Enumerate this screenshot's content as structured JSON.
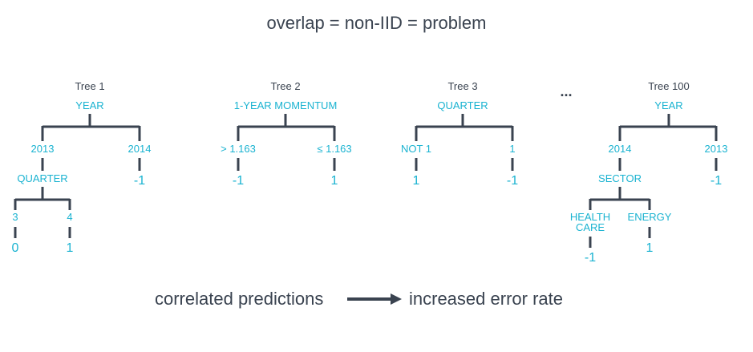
{
  "title": "overlap = non-IID = problem",
  "ellipsis": "...",
  "colors": {
    "node": "#1ab3d1",
    "line": "#3a4350",
    "text": "#3a4350"
  },
  "trees": [
    {
      "name": "Tree 1",
      "root": "YEAR",
      "branches": [
        {
          "label": "2013",
          "child": "QUARTER",
          "sub": [
            {
              "label": "3",
              "leaf": "0"
            },
            {
              "label": "4",
              "leaf": "1"
            }
          ]
        },
        {
          "label": "2014",
          "leaf": "-1"
        }
      ]
    },
    {
      "name": "Tree 2",
      "root": "1-YEAR MOMENTUM",
      "branches": [
        {
          "label": "> 1.163",
          "leaf": "-1"
        },
        {
          "label": "≤ 1.163",
          "leaf": "1"
        }
      ]
    },
    {
      "name": "Tree 3",
      "root": "QUARTER",
      "branches": [
        {
          "label": "NOT 1",
          "leaf": "1"
        },
        {
          "label": "1",
          "leaf": "-1"
        }
      ]
    },
    {
      "name": "Tree 100",
      "root": "YEAR",
      "branches": [
        {
          "label": "2014",
          "child": "SECTOR",
          "sub": [
            {
              "label": "HEALTH CARE",
              "leaf": "-1"
            },
            {
              "label": "ENERGY",
              "leaf": "1"
            }
          ]
        },
        {
          "label": "2013",
          "leaf": "-1"
        }
      ]
    }
  ],
  "caption": {
    "left": "correlated predictions",
    "right": "increased error rate"
  }
}
